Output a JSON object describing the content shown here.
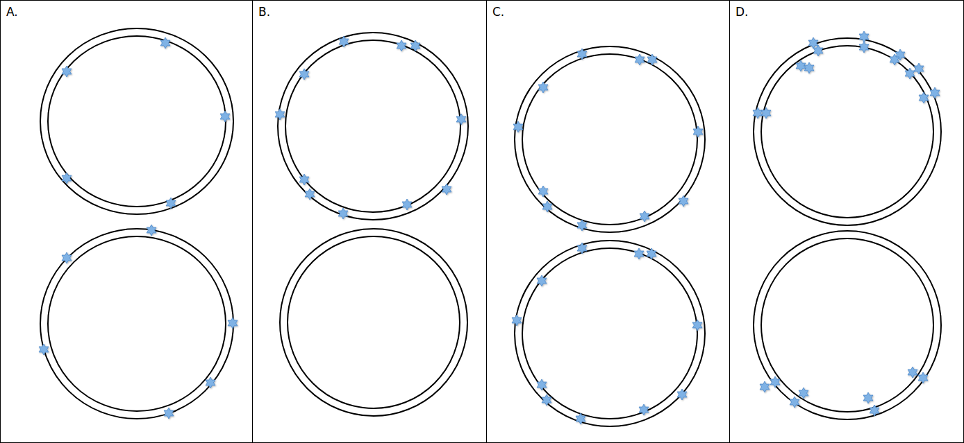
{
  "diagram": {
    "labels": [
      "A.",
      "B.",
      "C.",
      "D."
    ]
  }
}
